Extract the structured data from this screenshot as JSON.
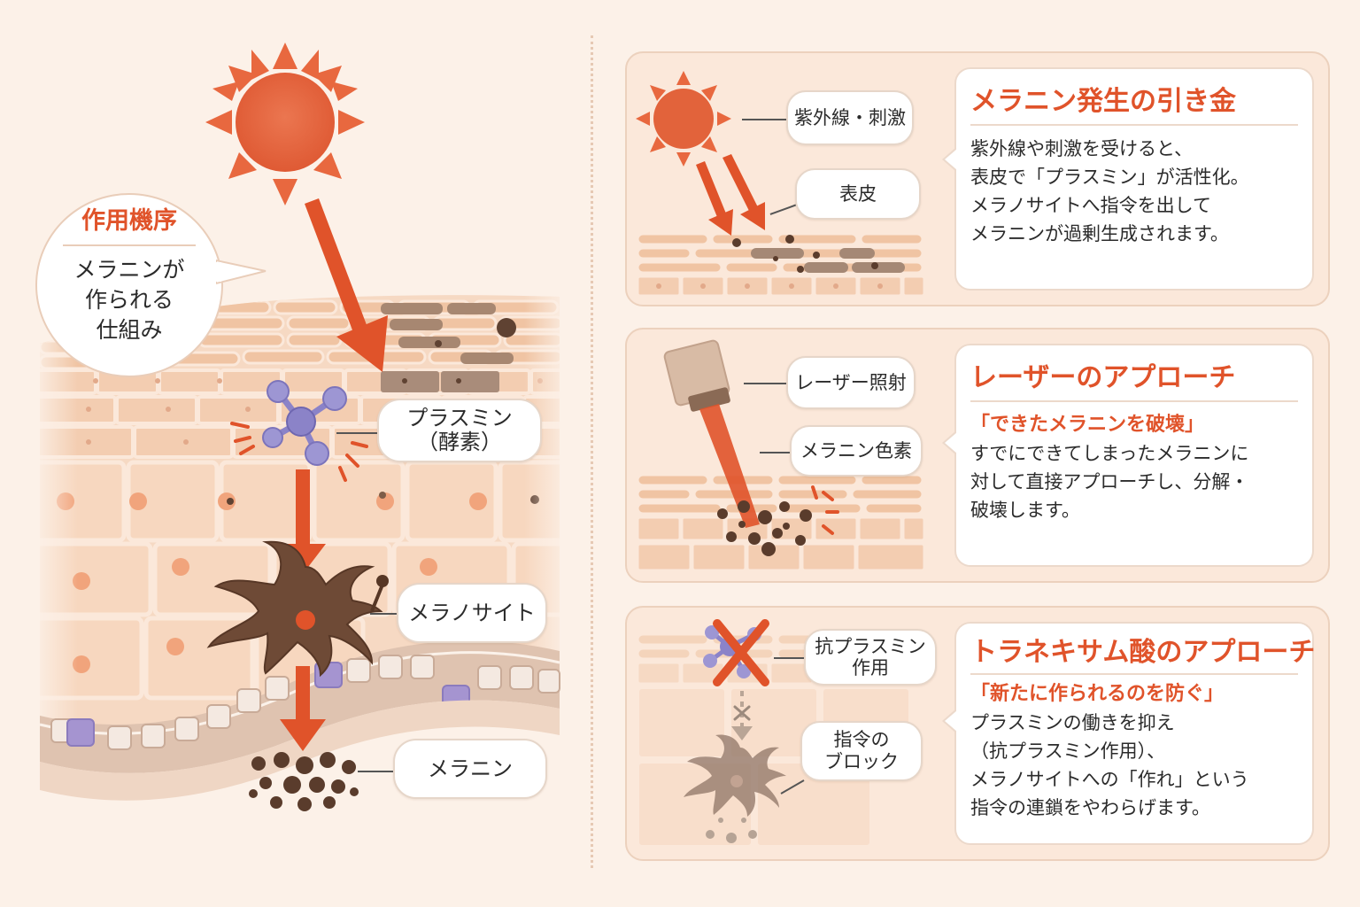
{
  "colors": {
    "accent": "#e0532a",
    "sun": "#e8683f",
    "melanocyte": "#6e4a36",
    "enzyme": "#8b83c8",
    "background": "#fcf1e8"
  },
  "left": {
    "bubble_title": "作用機序",
    "bubble_body": [
      "メラニンが",
      "作られる",
      "仕組み"
    ],
    "labels": {
      "plasmin": [
        "プラスミン",
        "（酵素）"
      ],
      "melanocyte": "メラノサイト",
      "melanin": "メラニン"
    }
  },
  "cards": [
    {
      "title": "メラニン発生の引き金",
      "subtitle": "",
      "lines": [
        "紫外線や刺激を受けると、",
        "表皮で「プラスミン」が活性化。",
        "メラノサイトへ指令を出して",
        "メラニンが過剰生成されます。"
      ],
      "labels": [
        "紫外線・刺激",
        "表皮"
      ]
    },
    {
      "title": "レーザーのアプローチ",
      "subtitle": "「できたメラニンを破壊」",
      "lines": [
        "すでにできてしまったメラニンに",
        "対して直接アプローチし、分解・",
        "破壊します。"
      ],
      "labels": [
        "レーザー照射",
        "メラニン色素"
      ]
    },
    {
      "title": "トラネキサム酸のアプローチ",
      "subtitle": "「新たに作られるのを防ぐ」",
      "lines": [
        "プラスミンの働きを抑え",
        "（抗プラスミン作用）、",
        "メラノサイトへの「作れ」という",
        "指令の連鎖をやわらげます。"
      ],
      "labels": [
        [
          "抗プラスミン",
          "作用"
        ],
        [
          "指令の",
          "ブロック"
        ]
      ]
    }
  ]
}
